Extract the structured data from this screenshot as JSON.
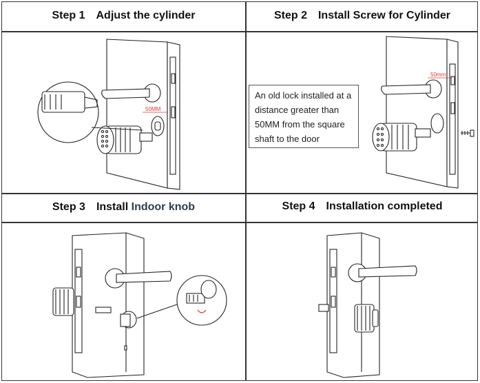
{
  "steps": [
    {
      "number": "Step 1",
      "title": "Adjust the cylinder",
      "dimension_label": "50MM"
    },
    {
      "number": "Step 2",
      "title": "Install Screw for Cylinder",
      "dimension_label": "50mm",
      "note": "An old lock installed at a distance greater than 50MM from the square shaft to the door"
    },
    {
      "number": "Step 3",
      "title_prefix": "Install ",
      "title_highlight": "Indoor knob"
    },
    {
      "number": "Step 4",
      "title": "Installation completed"
    }
  ],
  "colors": {
    "text": "#111111",
    "title_highlight": "#2b3f55",
    "dimension": "#d43a2f",
    "border": "#333333"
  }
}
